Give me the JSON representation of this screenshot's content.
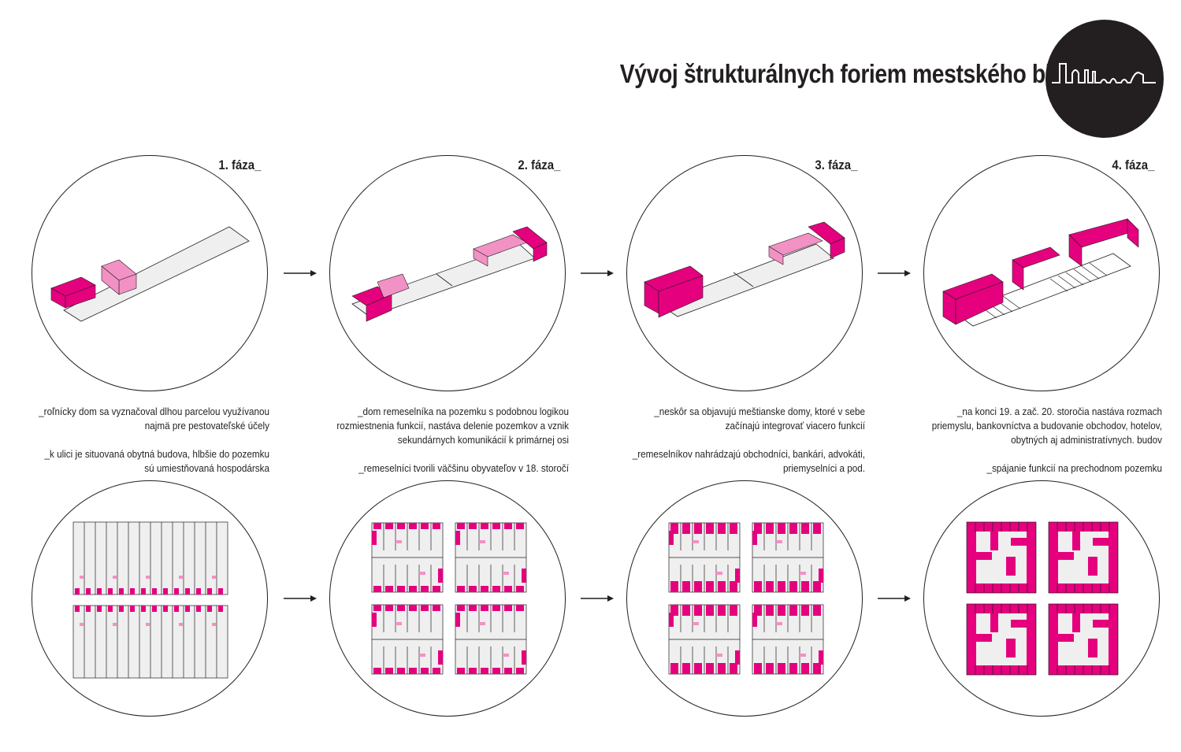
{
  "title": "Vývoj štrukturálnych foriem mestského bloku",
  "colors": {
    "magenta": "#e5007e",
    "light_magenta": "#f291c4",
    "ground": "#efefef",
    "ink": "#231f20"
  },
  "logo_icon": "skyline-icon",
  "phases": [
    {
      "label": "1. fáza_",
      "text1": "_roľnícky dom sa vyznačoval dlhou parcelou využívanou najmä pre pestovateľské účely",
      "text2": "_k ulici je situovaná obytná budova, hlbšie do pozemku sú umiestňovaná hospodárska"
    },
    {
      "label": "2. fáza_",
      "text1": "_dom remeselníka na pozemku s podobnou logikou rozmiestnenia funkcií, nastáva delenie pozemkov a vznik sekundárnych komunikácií k primárnej osi",
      "text2": "_remeselníci tvorili väčšinu obyvateľov v 18. storočí"
    },
    {
      "label": "3. fáza_",
      "text1": "_neskôr sa objavujú meštianske domy, ktoré v sebe začínajú integrovať viacero funkcií",
      "text2": "_remeselníkov nahrádzajú obchodníci, bankári, advokáti, priemyselníci a pod."
    },
    {
      "label": "4. fáza_",
      "text1": "_na konci 19. a zač. 20. storočia nastáva rozmach priemyslu, bankovníctva a budovanie obchodov, hotelov, obytných aj administratívnych. budov",
      "text2": "_spájanie funkcií na prechodnom pozemku"
    }
  ]
}
